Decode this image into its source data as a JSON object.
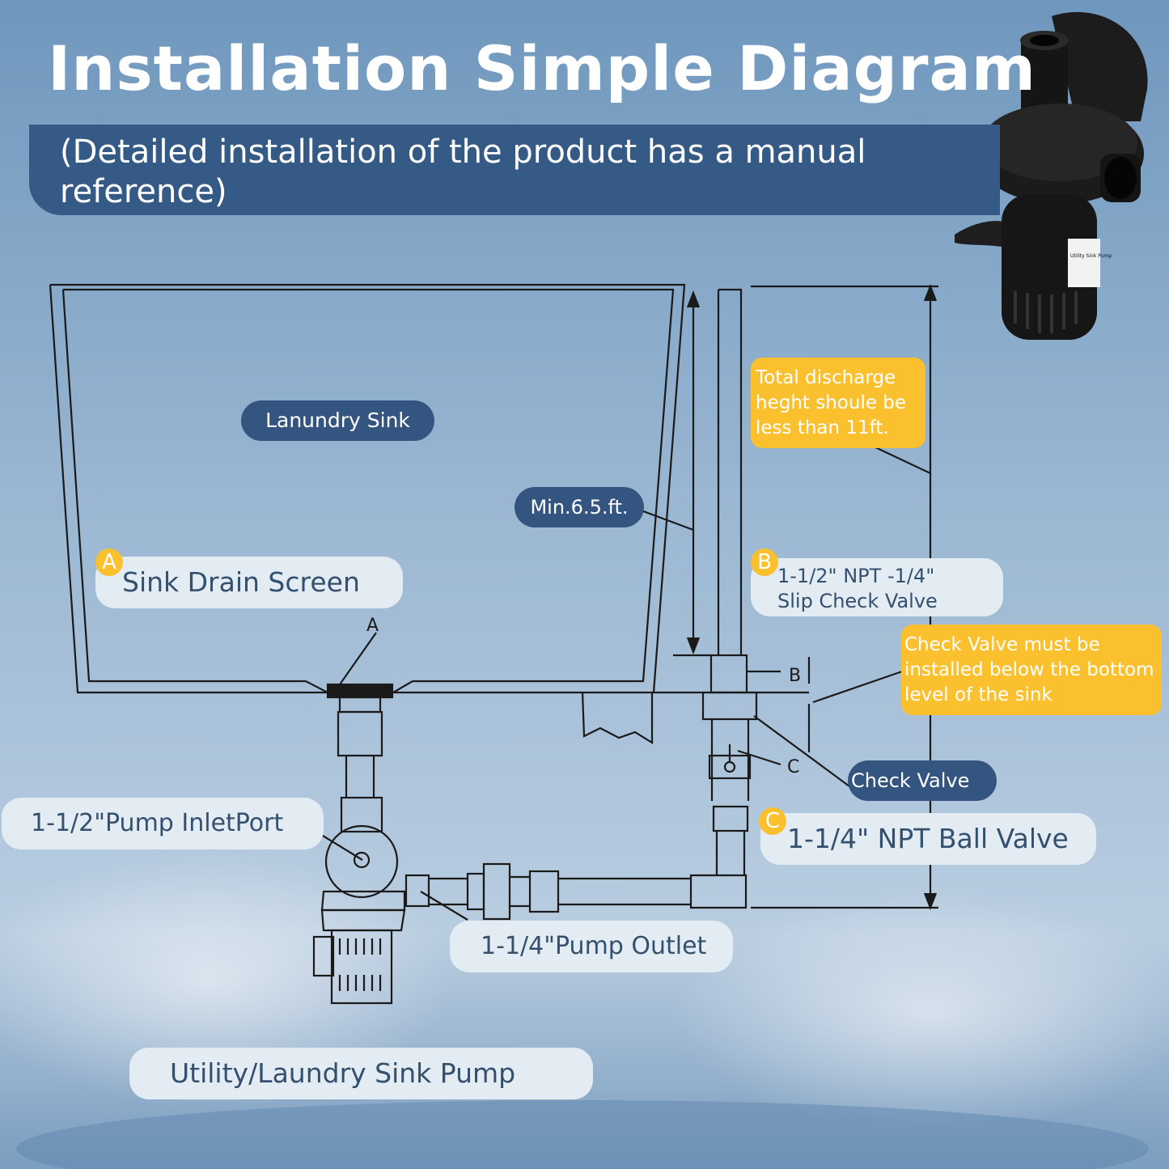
{
  "title": "Installation Simple Diagram",
  "subtitle": "(Detailed installation of the product has a manual reference)",
  "labels": {
    "sink": "Lanundry Sink",
    "min_height": "Min.6.5.ft.",
    "total_discharge": "Total discharge heght shoule be less than 11ft.",
    "drain_screen": "Sink Drain Screen",
    "slip_check_valve": "1-1/2\" NPT -1/4\" Slip Check Valve",
    "check_valve_note": "Check Valve must be installed below the bottom level of the sink",
    "check_valve": "Check Valve",
    "pump_inlet": "1-1/2\"Pump InletPort",
    "ball_valve": "1-1/4\" NPT Ball Valve",
    "pump_outlet": "1-1/4\"Pump Outlet",
    "pump_name": "Utility/Laundry Sink Pump"
  },
  "badges": {
    "a": "A",
    "b": "B",
    "c": "C"
  },
  "drawing_letters": {
    "a": "A",
    "b": "B",
    "c": "C"
  },
  "product_label": "Utility Sink Pump",
  "colors": {
    "navy": "#34557f",
    "light_pill": "#e3ebf3",
    "yellow": "#fbc02d",
    "line": "#1a1a1a"
  }
}
